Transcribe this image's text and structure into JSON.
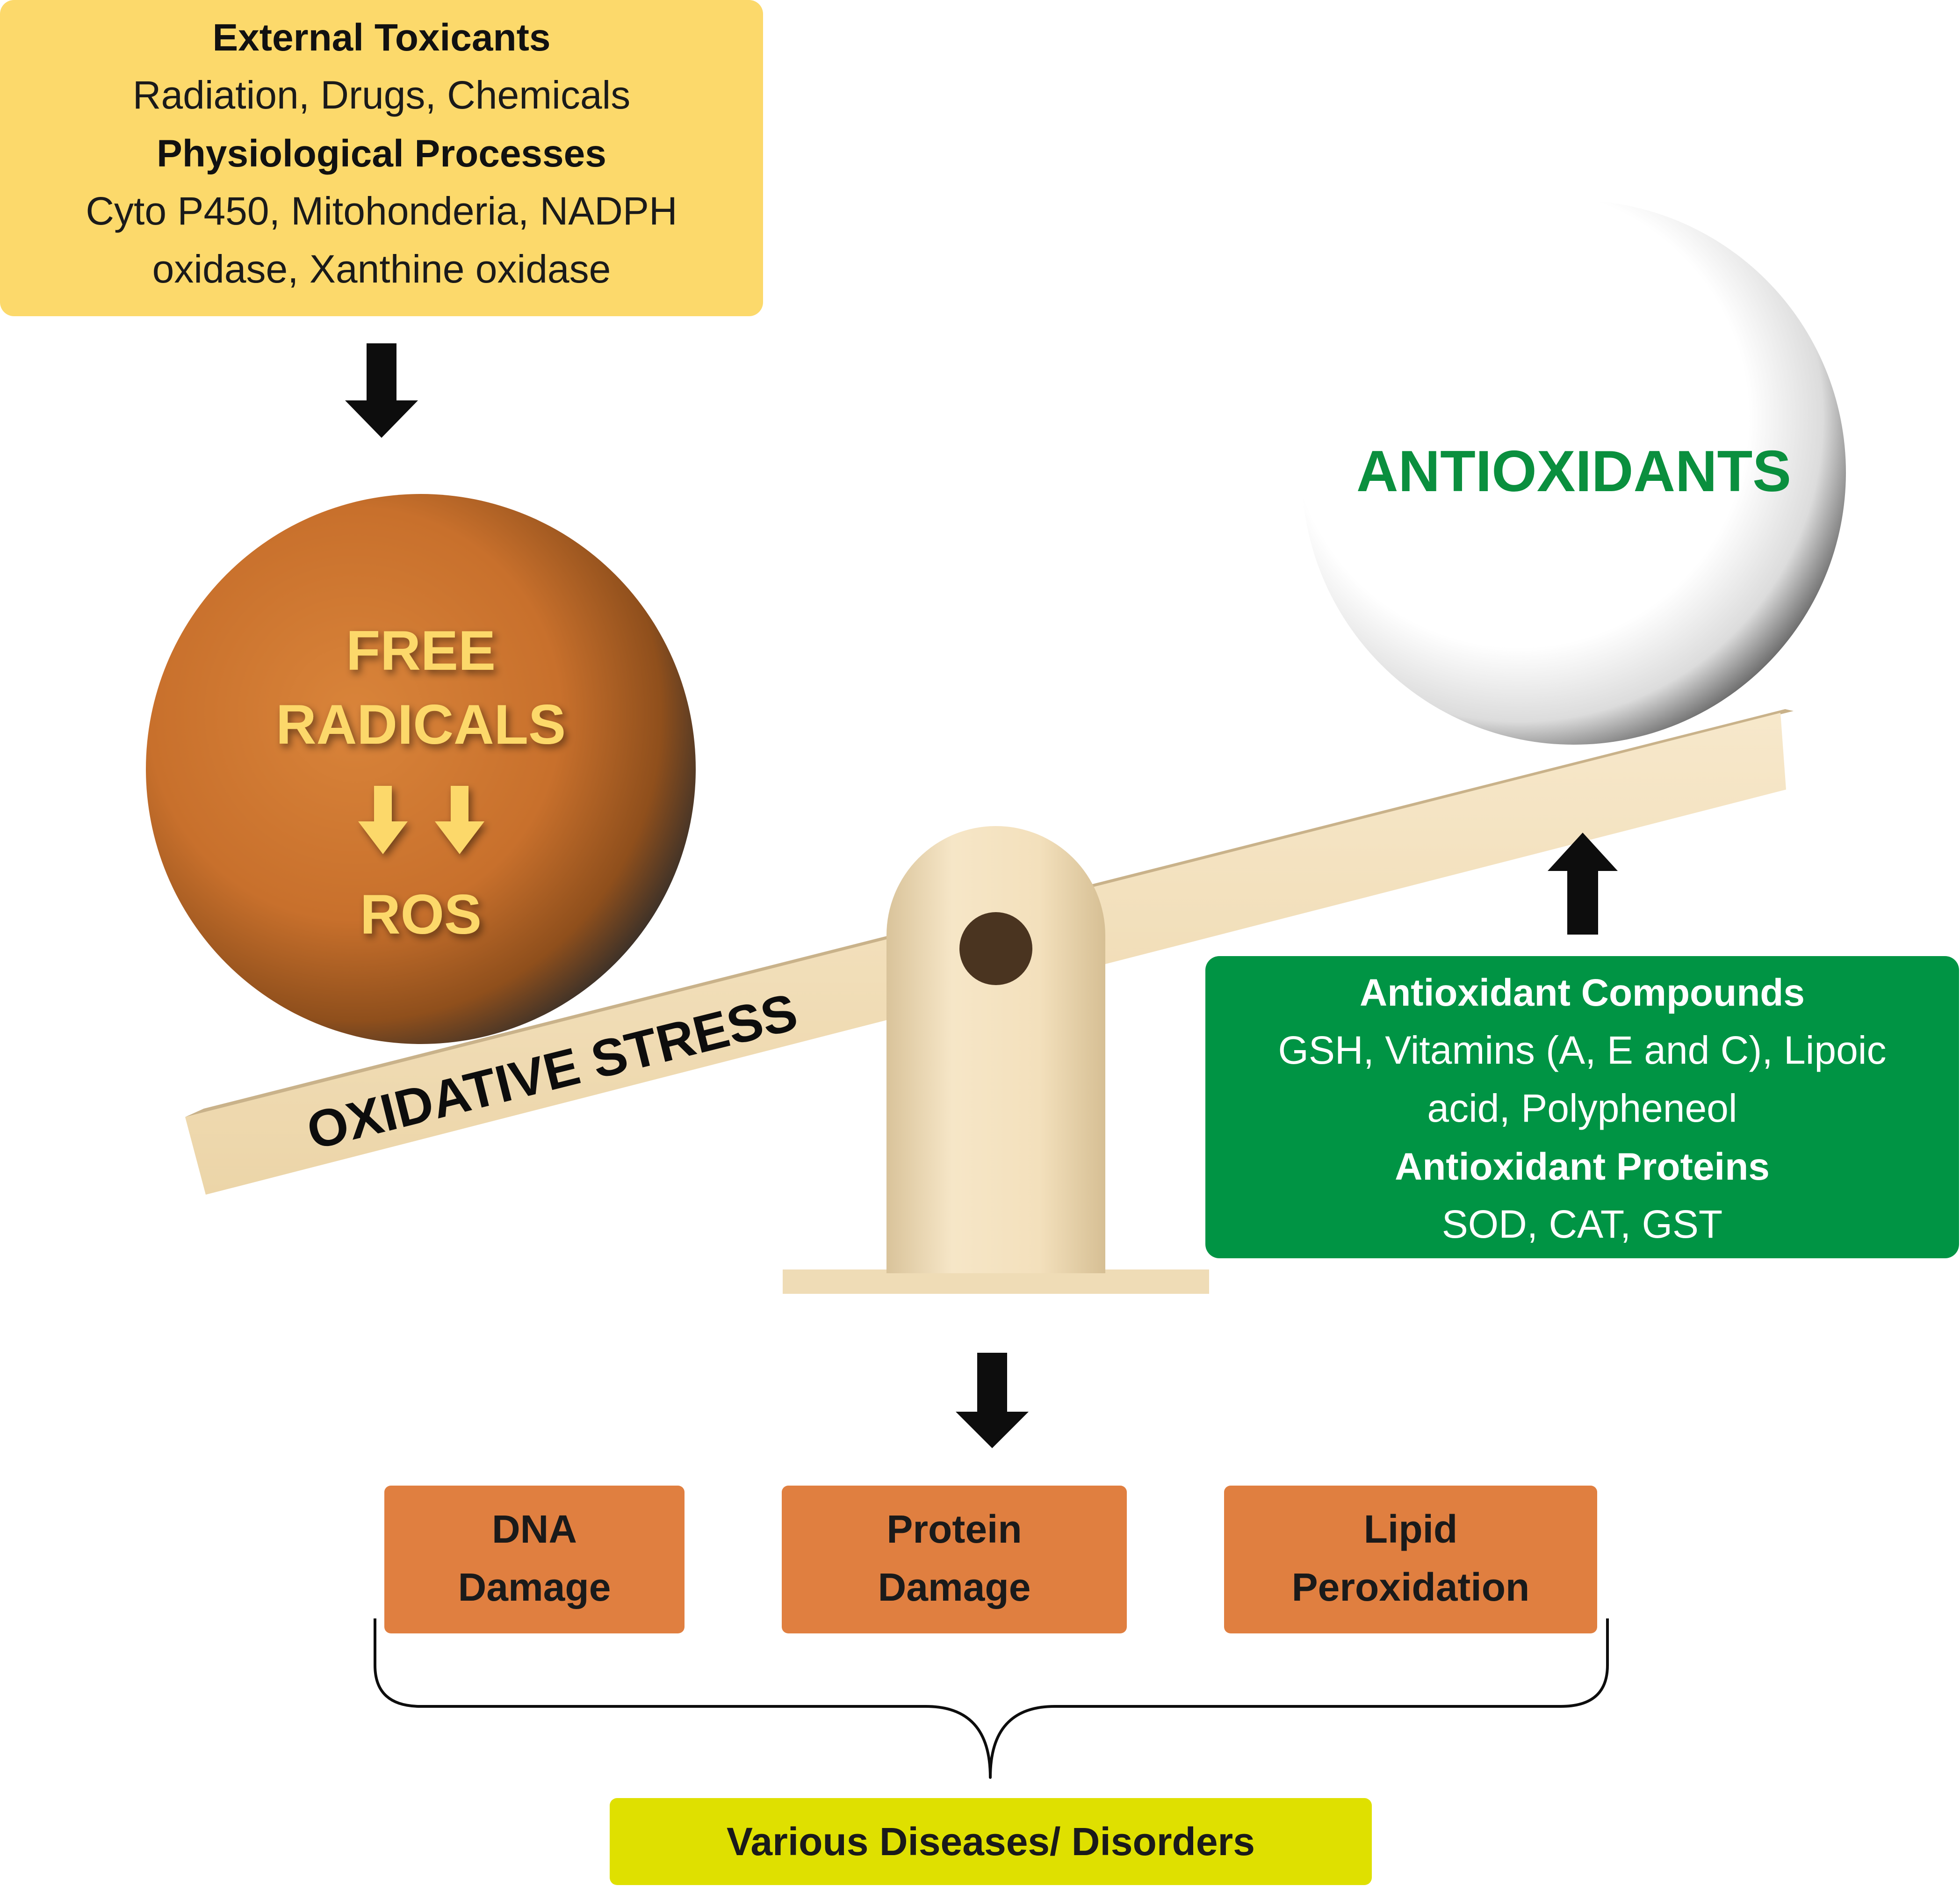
{
  "sources_box": {
    "external_heading": "External Toxicants",
    "external_items": "Radiation, Drugs, Chemicals",
    "physiological_heading": "Physiological Processes",
    "physiological_items_line1": "Cyto P450, Mitohonderia, NADPH",
    "physiological_items_line2": "oxidase, Xanthine oxidase",
    "color": "#fcd96b"
  },
  "free_radicals_ball": {
    "line1": "FREE",
    "line2": "RADICALS",
    "arrows": "⬇⬇",
    "line3": "ROS",
    "color": "#c8702c"
  },
  "antioxidants_ball": {
    "label": "ANTIOXIDANTS",
    "text_color": "#0a8f3e"
  },
  "seesaw": {
    "label": "OXIDATIVE STRESS",
    "color": "#f3e0bc"
  },
  "antioxidant_box": {
    "compounds_heading": "Antioxidant Compounds",
    "compounds_line1": "GSH, Vitamins (A, E and C), Lipoic",
    "compounds_line2": "acid, Polypheneol",
    "proteins_heading": "Antioxidant Proteins",
    "proteins_items": "SOD, CAT, GST",
    "color": "#009444"
  },
  "damage_boxes": [
    {
      "line1": "DNA",
      "line2": "Damage"
    },
    {
      "line1": "Protein",
      "line2": "Damage"
    },
    {
      "line1": "Lipid",
      "line2": "Peroxidation"
    }
  ],
  "damage_color": "#e07f40",
  "outcome": {
    "label": "Various Diseases/ Disorders",
    "color": "#dfe000"
  },
  "icons": {
    "arrows": "down-arrow-icon, up-arrow-icon",
    "brace": "curly-brace-icon"
  }
}
